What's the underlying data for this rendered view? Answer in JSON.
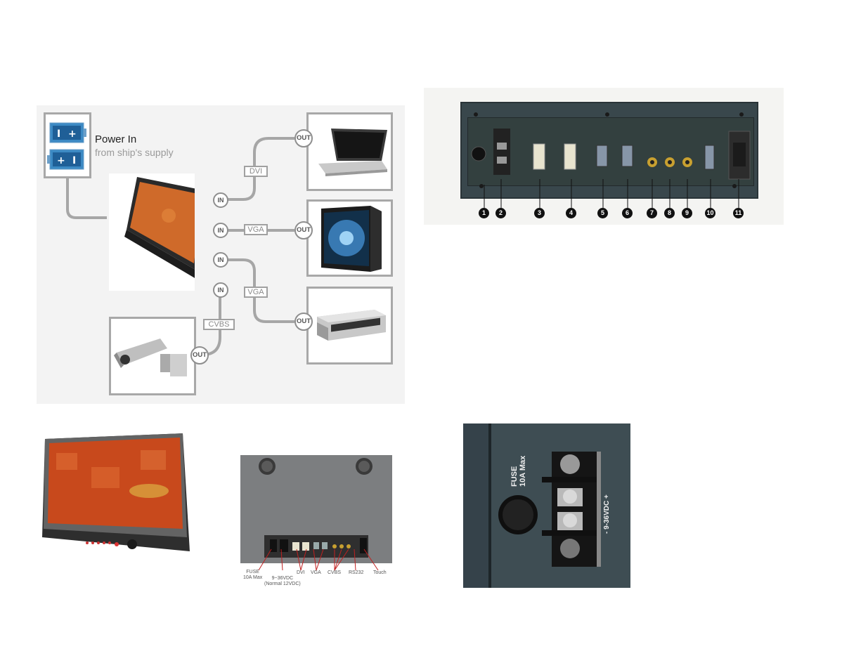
{
  "diagram": {
    "power": {
      "title": "Power In",
      "subtitle": "from ship's supply"
    },
    "connections": {
      "dvi_label": "DVI",
      "vga1_label": "VGA",
      "vga2_label": "VGA",
      "cvbs_label": "CVBS"
    },
    "ports": {
      "in": "IN",
      "out": "OUT"
    }
  },
  "rear_panel": {
    "numbers": [
      "1",
      "2",
      "3",
      "4",
      "5",
      "6",
      "7",
      "8",
      "9",
      "10",
      "11"
    ]
  },
  "back_view": {
    "labels": {
      "fuse": "FUSE\n10A Max",
      "power": "9~36VDC\n(Normal 12VDC)",
      "dvi": "DVI",
      "vga": "VGA",
      "cvbs": "CVBS",
      "rs232": "RS232",
      "touch": "Touch"
    }
  },
  "terminal_closeup": {
    "fuse_label": "FUSE\n10A Max",
    "voltage_label": "- 9-36VDC +"
  },
  "colors": {
    "wire": "#a6a6a6",
    "panel_dark": "#3c4a4e",
    "screen_orange": "#d2541c"
  }
}
